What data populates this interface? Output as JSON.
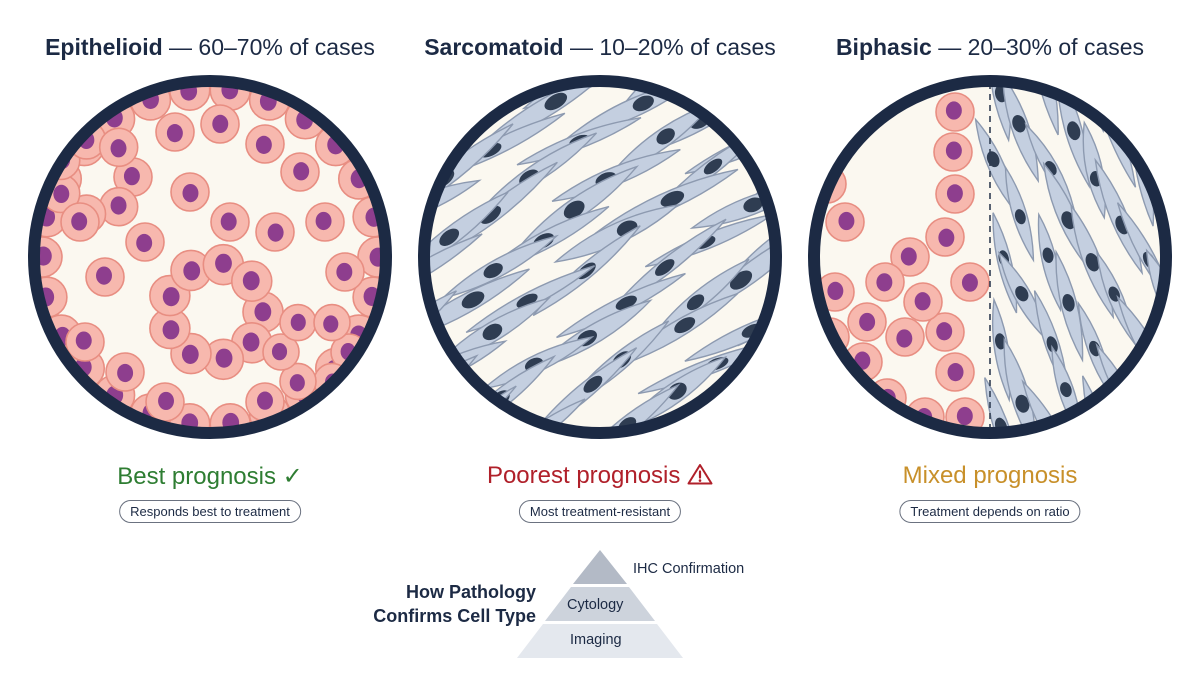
{
  "panels": [
    {
      "name": "Epithelioid",
      "percent": "— 60–70% of cases",
      "prognosis": "Best prognosis",
      "prognosis_icon": "check-icon",
      "prognosis_color": "#2e7d32",
      "note": "Responds best to treatment"
    },
    {
      "name": "Sarcomatoid",
      "percent": "— 10–20% of cases",
      "prognosis": "Poorest prognosis",
      "prognosis_icon": "warning-icon",
      "prognosis_color": "#b0202a",
      "note": "Most treatment-resistant"
    },
    {
      "name": "Biphasic",
      "percent": "— 20–30% of cases",
      "prognosis": "Mixed prognosis",
      "prognosis_icon": "",
      "prognosis_color": "#c8902a",
      "note": "Treatment depends on ratio"
    }
  ],
  "pyramid": {
    "title_line1": "How Pathology",
    "title_line2": "Confirms Cell Type",
    "tiers": [
      "IHC Confirmation",
      "Cytology",
      "Imaging"
    ]
  },
  "colors": {
    "ring": "#1c2a44",
    "epithelial_cell": "#f7b8ae",
    "epithelial_nucleus": "#8e3e8e",
    "spindle_cell": "#c4cfe0",
    "spindle_nucleus": "#2f3d52",
    "background": "#fbf8f0"
  }
}
